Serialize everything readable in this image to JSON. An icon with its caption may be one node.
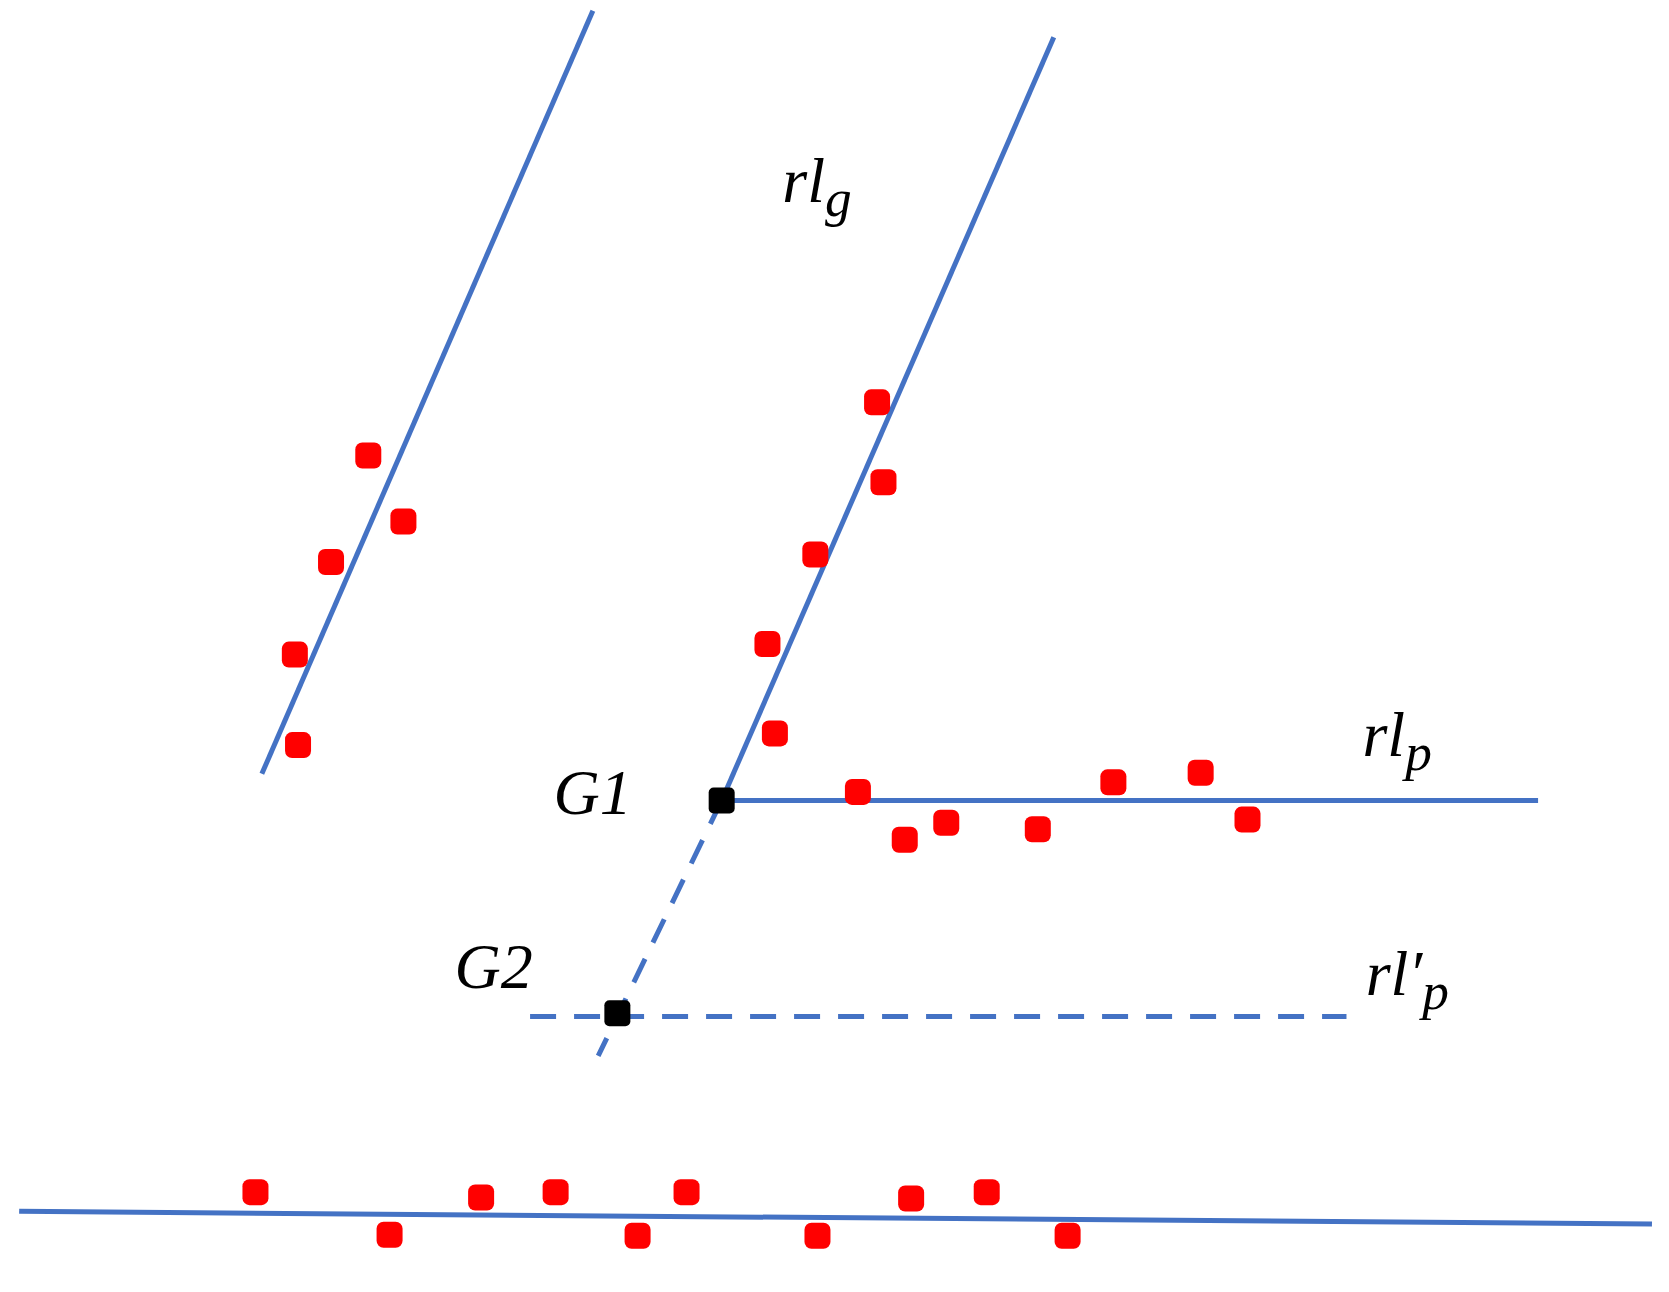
{
  "diagram": {
    "labels": [
      "rl$_{g}$",
      "rl$_{p}$",
      "G1",
      "G2",
      "rl′$_{p}$"
    ]
  }
}
